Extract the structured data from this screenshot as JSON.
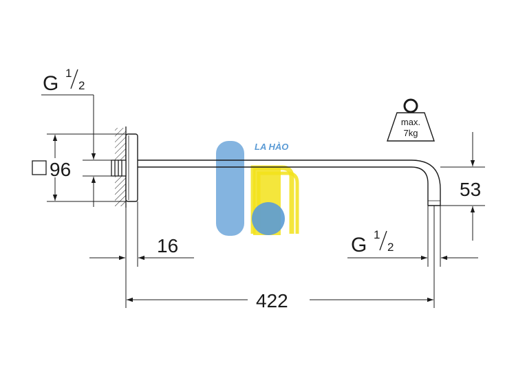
{
  "dimensions": {
    "square_size": "96",
    "thread_top_main": "G",
    "thread_top_sup": "1",
    "thread_top_sub": "2",
    "thread_right_main": "G",
    "thread_right_sup": "1",
    "thread_right_sub": "2",
    "flange_gap": "16",
    "total_length": "422",
    "drop_height": "53"
  },
  "weight_tag": {
    "line1": "max.",
    "line2": "7kg"
  },
  "watermark": {
    "text": "LA HÀO",
    "color_blue": "#5b9bd5",
    "color_yellow": "#f2e21a"
  },
  "colors": {
    "line": "#1a1a1a"
  }
}
